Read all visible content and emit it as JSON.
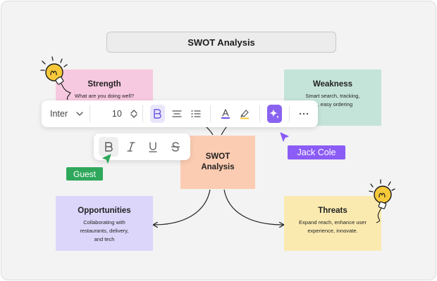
{
  "board": {
    "title": "SWOT Analysis"
  },
  "notes": {
    "strength": {
      "title": "Strength",
      "body": "What are you doing well?"
    },
    "weakness": {
      "title": "Weakness",
      "body_line1": "Smart search, tracking,",
      "body_line2": "re, easy ordering"
    },
    "center": {
      "title_line1": "SWOT",
      "title_line2": "Analysis"
    },
    "opportunities": {
      "title": "Opportunities",
      "body_line1": "Collaborating with",
      "body_line2": "restaurants, delivery,",
      "body_line3": "and tech"
    },
    "threats": {
      "title": "Threats",
      "body_line1": "Expand reach, enhance user",
      "body_line2": "experience, innovate."
    }
  },
  "main_toolbar": {
    "font_family": "Inter",
    "font_size": "10",
    "buttons": [
      {
        "name": "bold",
        "icon": "bold-icon",
        "active": true
      },
      {
        "name": "align-center",
        "icon": "align-center-icon",
        "active": false
      },
      {
        "name": "bullet-list",
        "icon": "list-icon",
        "active": false
      },
      {
        "name": "text-color",
        "icon": "text-color-icon",
        "active": false
      },
      {
        "name": "highlight",
        "icon": "highlighter-icon",
        "active": false
      },
      {
        "name": "ai-assist",
        "icon": "sparkle-icon",
        "active": true
      },
      {
        "name": "more",
        "icon": "more-icon",
        "active": false
      }
    ]
  },
  "sub_toolbar": {
    "buttons": [
      {
        "name": "bold",
        "icon": "bold-icon",
        "active": true
      },
      {
        "name": "italic",
        "icon": "italic-icon",
        "active": false
      },
      {
        "name": "underline",
        "icon": "underline-icon",
        "active": false
      },
      {
        "name": "strikethrough",
        "icon": "strikethrough-icon",
        "active": false
      }
    ]
  },
  "collaborators": [
    {
      "name": "Jack Cole",
      "color": "#8b5cf6"
    },
    {
      "name": "Guest",
      "color": "#2fa85c"
    }
  ],
  "colors": {
    "accent": "#8a63f0",
    "strength": "#f7c9e0",
    "weakness": "#c5e4d9",
    "center": "#fcccb2",
    "opportunities": "#ddd6fb",
    "threats": "#fbeab0",
    "bulb": "#f7c93a",
    "text_color_underline": "#6a55e0"
  }
}
